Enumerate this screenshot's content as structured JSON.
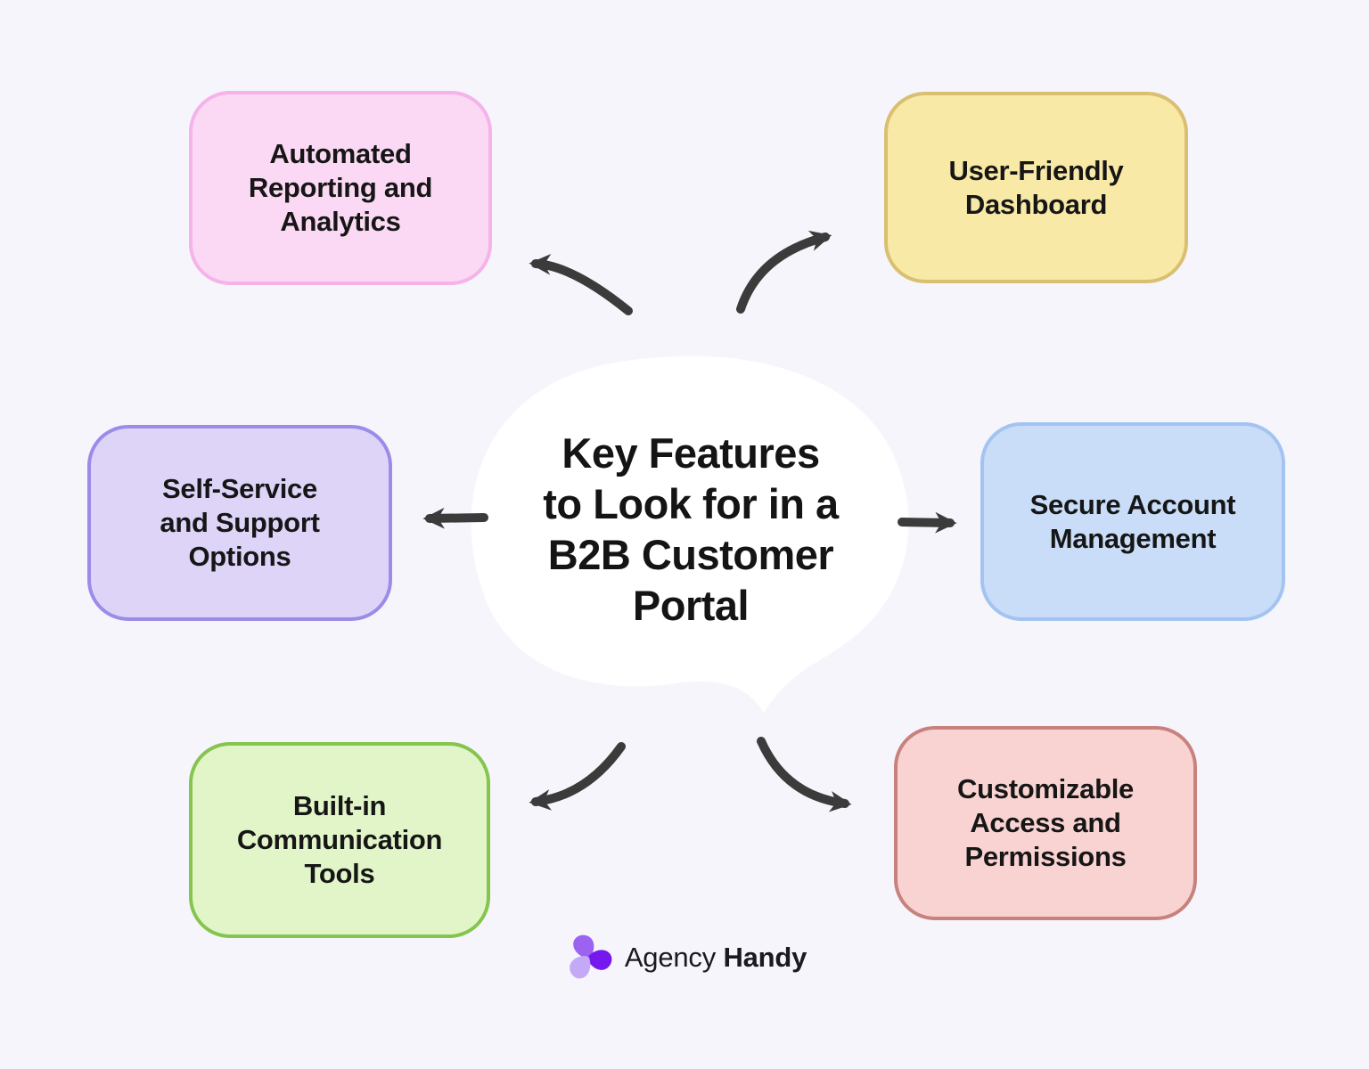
{
  "page": {
    "background": "#F6F5FC"
  },
  "center": {
    "title": "Key Features\nto Look for in a\nB2B Customer\nPortal",
    "fill": "#FFFFFF",
    "text_color": "#141414"
  },
  "boxes": [
    {
      "id": "automated-reporting-analytics",
      "label": "Automated\nReporting and\nAnalytics",
      "fill": "#FBD9F4",
      "border": "#F5B3E9"
    },
    {
      "id": "user-friendly-dashboard",
      "label": "User-Friendly\nDashboard",
      "fill": "#F8E9A6",
      "border": "#D9BF70"
    },
    {
      "id": "self-service-support-options",
      "label": "Self-Service\nand Support\nOptions",
      "fill": "#DDD4F8",
      "border": "#9C8BE8"
    },
    {
      "id": "secure-account-management",
      "label": "Secure Account\nManagement",
      "fill": "#C9DDF8",
      "border": "#A3C4F0"
    },
    {
      "id": "built-in-communication-tools",
      "label": "Built-in\nCommunication\nTools",
      "fill": "#E2F5C8",
      "border": "#85C44E"
    },
    {
      "id": "customizable-access-permissions",
      "label": "Customizable\nAccess and\nPermissions",
      "fill": "#F9D3D1",
      "border": "#C8827D"
    }
  ],
  "arrows": {
    "color": "#3B3B3B"
  },
  "logo": {
    "brand_first": "Agency",
    "brand_second": "Handy",
    "text_color": "#1A1A22",
    "icon_color_top_left": "#9B63F0",
    "icon_color_right": "#7418EE",
    "icon_color_bottom": "#C3A9F6"
  }
}
